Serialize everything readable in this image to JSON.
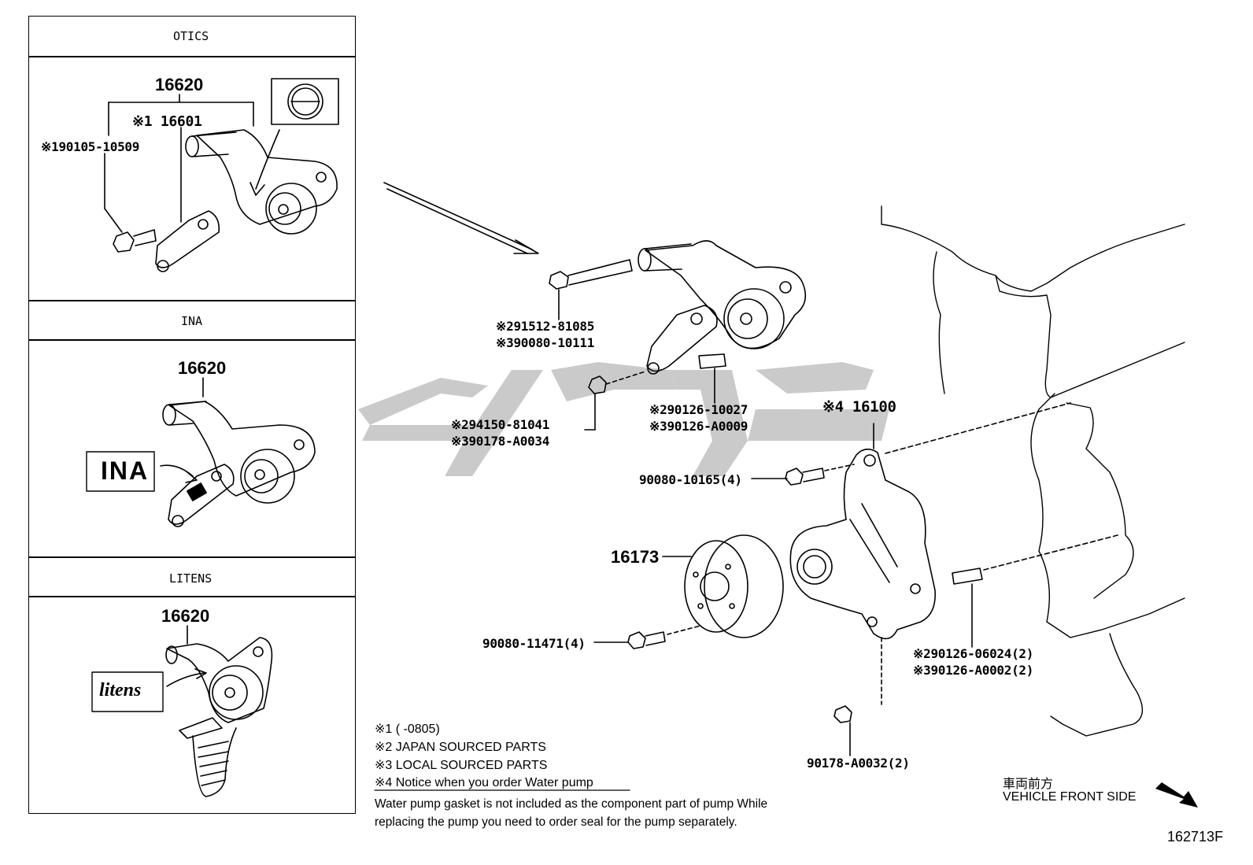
{
  "panels": {
    "otics": {
      "title": "OTICS",
      "assembly_part": "16620",
      "tensioner_part": "※1 16601",
      "bolt_part": "※190105-10509"
    },
    "ina": {
      "title": "INA",
      "assembly_part": "16620",
      "brand_label": "INA"
    },
    "litens": {
      "title": "LITENS",
      "assembly_part": "16620",
      "brand_label": "litens"
    }
  },
  "main": {
    "bolt_long_1": "※291512-81085",
    "bolt_long_2": "※390080-10111",
    "nut_1": "※294150-81041",
    "nut_2": "※390178-A0034",
    "stud_1": "※290126-10027",
    "stud_2": "※390126-A0009",
    "water_pump": "※4 16100",
    "pump_bolt": "90080-10165(4)",
    "pulley": "16173",
    "pulley_bolt": "90080-11471(4)",
    "pump_stud_1": "※290126-06024(2)",
    "pump_stud_2": "※390126-A0002(2)",
    "pump_nut": "90178-A0032(2)"
  },
  "notes": {
    "n1": "※1 (      -0805)",
    "n2": "※2 JAPAN SOURCED PARTS",
    "n3": "※3 LOCAL SOURCED PARTS",
    "n4": "※4  Notice when you order Water pump",
    "gasket_line_1": "Water pump gasket is not included as the component part of pump While",
    "gasket_line_2": "replacing the pump you need to order seal for the pump separately."
  },
  "direction": {
    "jp": "車両前方",
    "en": "VEHICLE FRONT SIDE"
  },
  "illustration_id": "162713F",
  "watermark_color": "#c8c8c8"
}
